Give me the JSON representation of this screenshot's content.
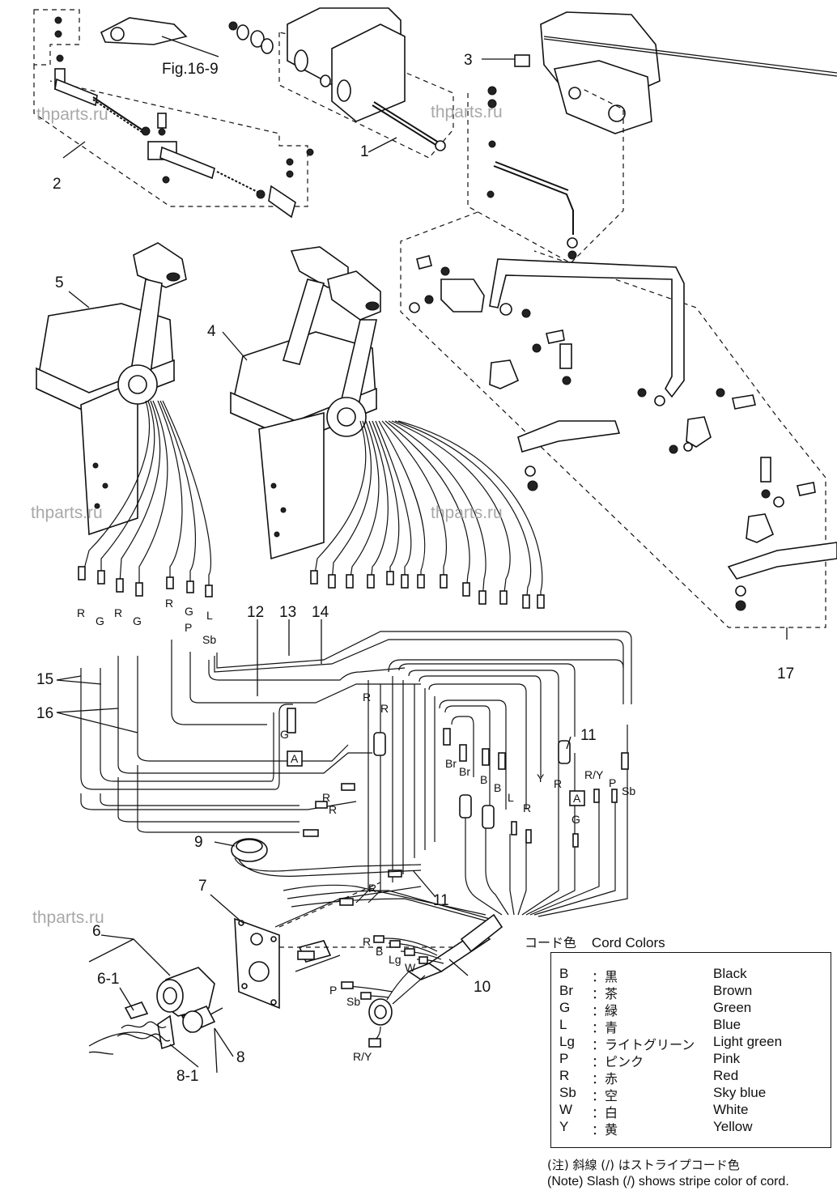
{
  "figure_ref": "Fig.16-9",
  "callouts": [
    "1",
    "2",
    "3",
    "4",
    "5",
    "6",
    "6-1",
    "7",
    "8",
    "8-1",
    "9",
    "10",
    "11",
    "11",
    "12",
    "13",
    "14",
    "15",
    "16",
    "17"
  ],
  "watermarks": [
    "thparts.ru",
    "thparts.ru",
    "thparts.ru",
    "thparts.ru",
    "thparts.ru"
  ],
  "wire_labels": {
    "left_group": [
      "R",
      "G",
      "R",
      "G",
      "R",
      "G",
      "L",
      "P",
      "Sb"
    ],
    "center": [
      "R",
      "R",
      "G",
      "Br",
      "Br",
      "B",
      "B",
      "L",
      "R",
      "Y",
      "R",
      "R/Y",
      "P",
      "Sb",
      "G",
      "R",
      "R"
    ],
    "connector_left": [
      "R",
      "B",
      "Lg",
      "W",
      "P",
      "Sb",
      "R/Y"
    ],
    "box_marker": [
      "A",
      "A"
    ]
  },
  "legend": {
    "title_jp": "コード色",
    "title_en": "Cord Colors",
    "rows": [
      {
        "code": "B",
        "jp": "：黒",
        "en": "Black"
      },
      {
        "code": "Br",
        "jp": "：茶",
        "en": "Brown"
      },
      {
        "code": "G",
        "jp": "：緑",
        "en": "Green"
      },
      {
        "code": "L",
        "jp": "：青",
        "en": "Blue"
      },
      {
        "code": "Lg",
        "jp": "：ライトグリーン",
        "en": "Light green"
      },
      {
        "code": "P",
        "jp": "：ピンク",
        "en": "Pink"
      },
      {
        "code": "R",
        "jp": "：赤",
        "en": "Red"
      },
      {
        "code": "Sb",
        "jp": "：空",
        "en": "Sky blue"
      },
      {
        "code": "W",
        "jp": "：白",
        "en": "White"
      },
      {
        "code": "Y",
        "jp": "：黄",
        "en": "Yellow"
      }
    ],
    "note_jp": "(注) 斜線 (/) はストライプコード色",
    "note_en": "(Note)  Slash  (/)  shows stripe color of cord."
  }
}
